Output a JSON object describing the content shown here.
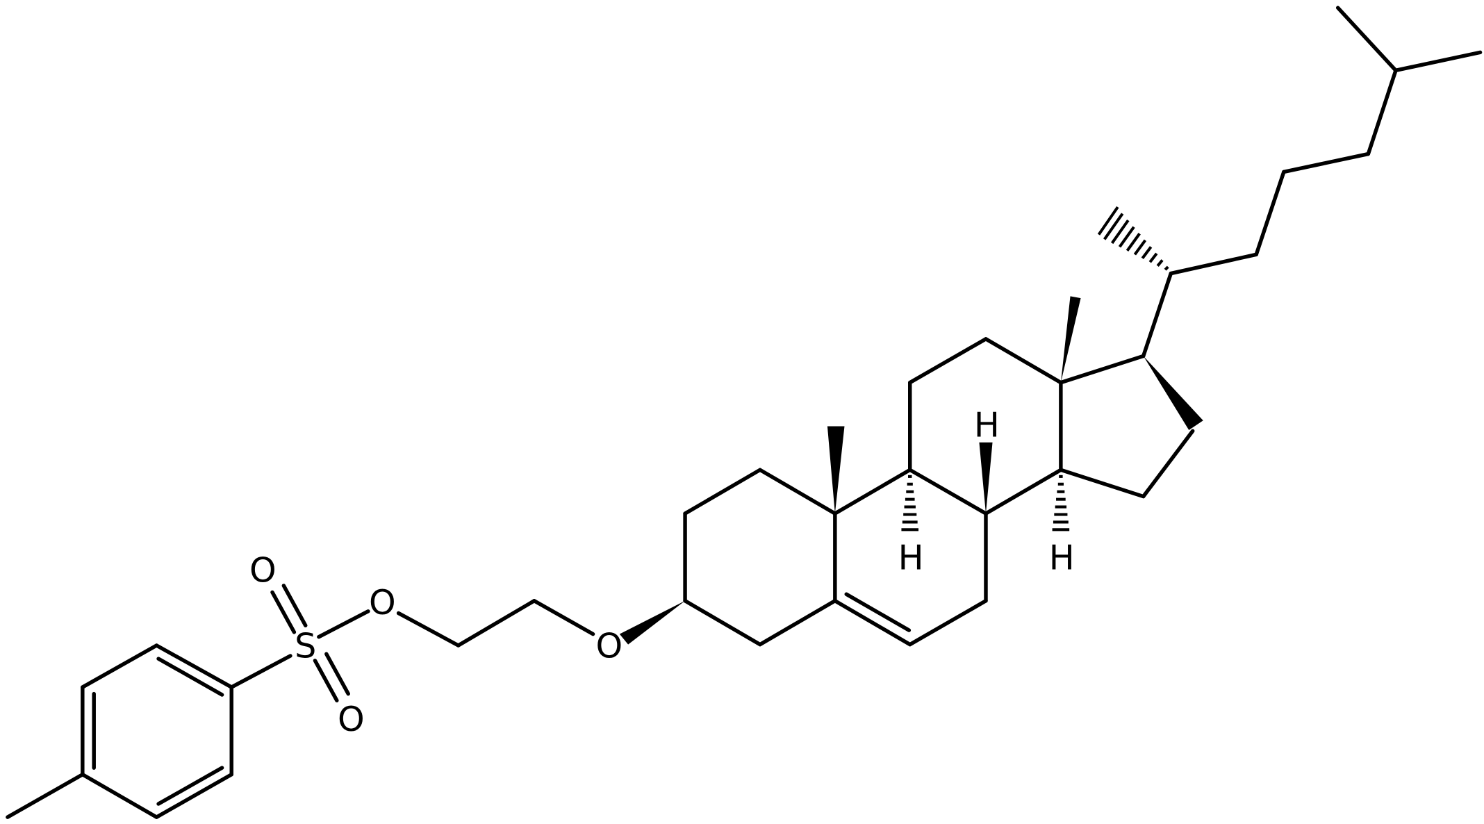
{
  "diagram": {
    "labels": {
      "sulfur": "S",
      "sulfonyl_oxygen_top": "O",
      "sulfonyl_oxygen_bottom": "O",
      "ester_oxygen": "O",
      "ether_oxygen": "O",
      "hydrogen_c9": "H",
      "hydrogen_c8": "H",
      "hydrogen_c14": "H"
    },
    "colors": {
      "bond": "#000000",
      "background": "#ffffff"
    }
  }
}
